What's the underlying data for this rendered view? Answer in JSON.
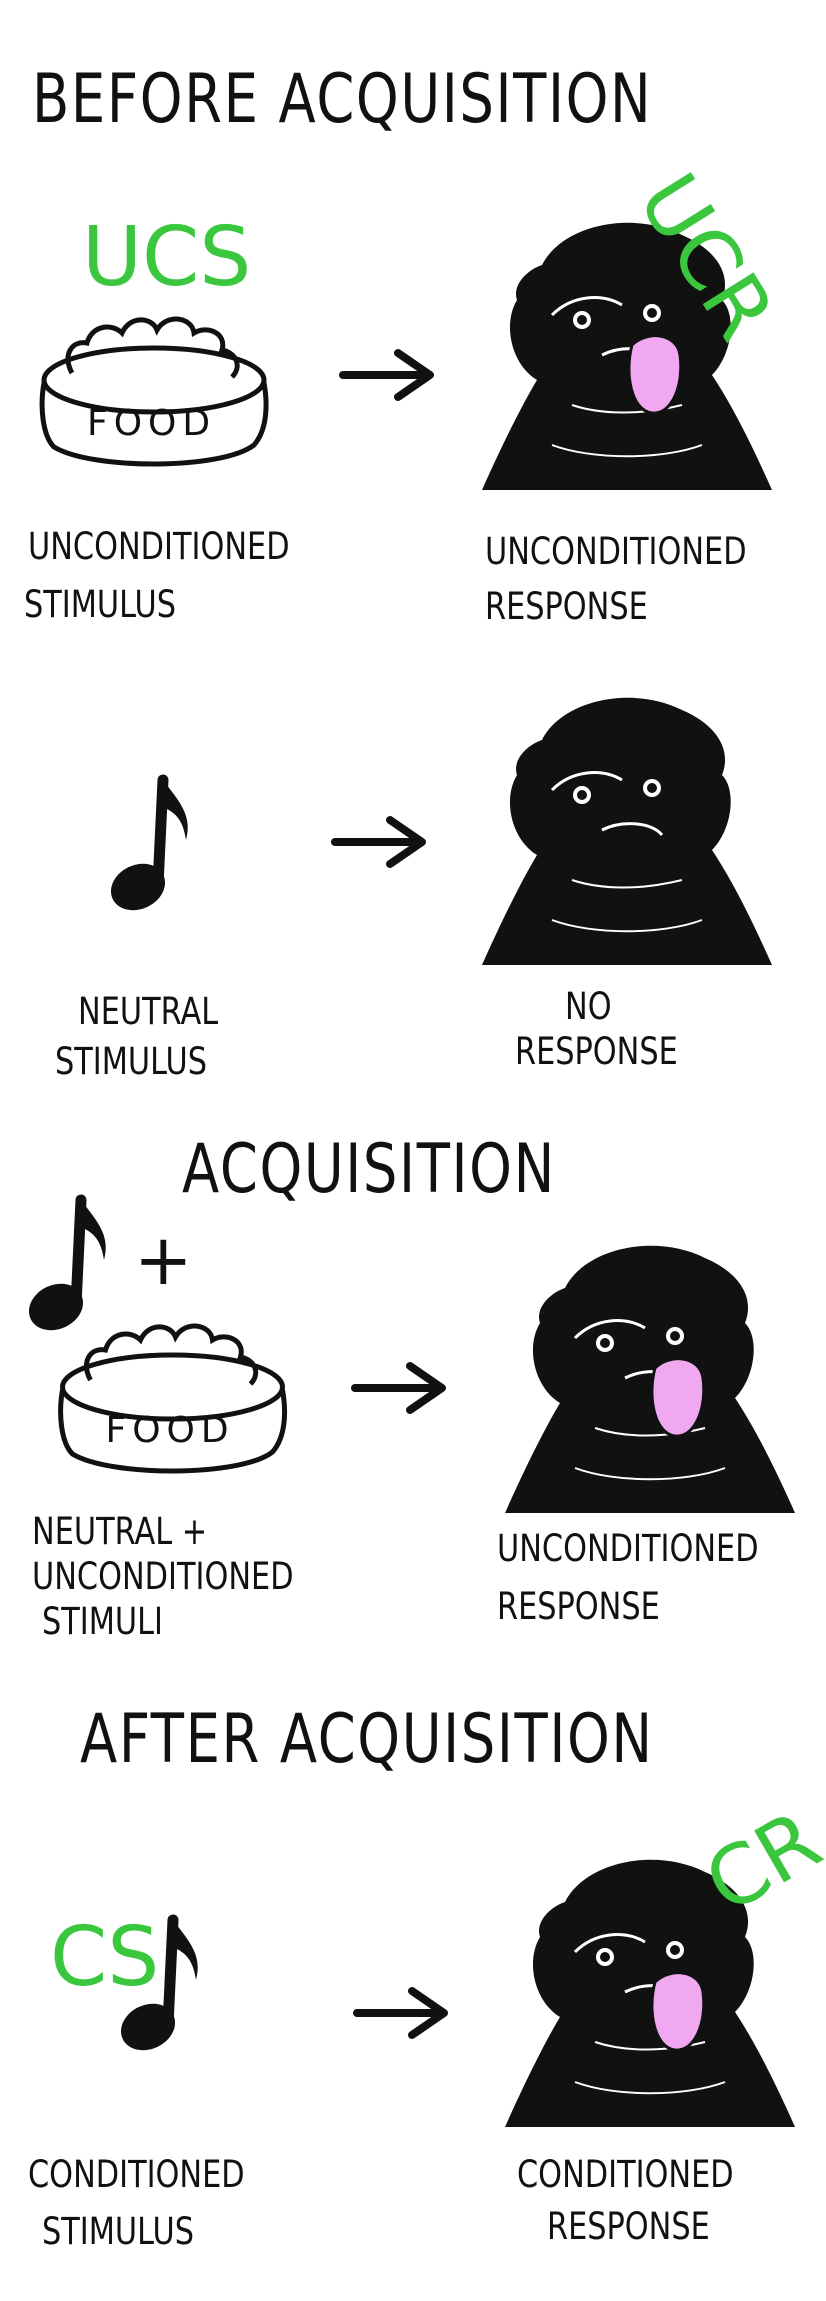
{
  "section_before": {
    "title": "BEFORE ACQUISITION",
    "ucs_tag": "UCS",
    "ucr_tag": "UCR",
    "food_text": "FOOD",
    "ucs_label_1": "UNCONDITIONED",
    "ucs_label_2": "STIMULUS",
    "ucr_label_1": "UNCONDITIONED",
    "ucr_label_2": "RESPONSE",
    "ns_label_1": "NEUTRAL",
    "ns_label_2": "STIMULUS",
    "nr_label_1": "NO",
    "nr_label_2": "RESPONSE"
  },
  "section_acquisition": {
    "title": "ACQUISITION",
    "plus": "+",
    "food_text": "FOOD",
    "stim_label_1": "NEUTRAL +",
    "stim_label_2": "UNCONDITIONED",
    "stim_label_3": "STIMULI",
    "resp_label_1": "UNCONDITIONED",
    "resp_label_2": "RESPONSE"
  },
  "section_after": {
    "title": "AFTER ACQUISITION",
    "cs_tag": "CS",
    "cr_tag": "CR",
    "cs_label_1": "CONDITIONED",
    "cs_label_2": "STIMULUS",
    "cr_label_1": "CONDITIONED",
    "cr_label_2": "RESPONSE"
  },
  "colors": {
    "accent_green": "#3ac73e",
    "tongue_pink": "#f0a8f0",
    "ink": "#111111"
  },
  "icons": [
    "food-bowl-icon",
    "music-note-icon",
    "arrow-right-icon",
    "dog-icon",
    "tongue-icon"
  ]
}
